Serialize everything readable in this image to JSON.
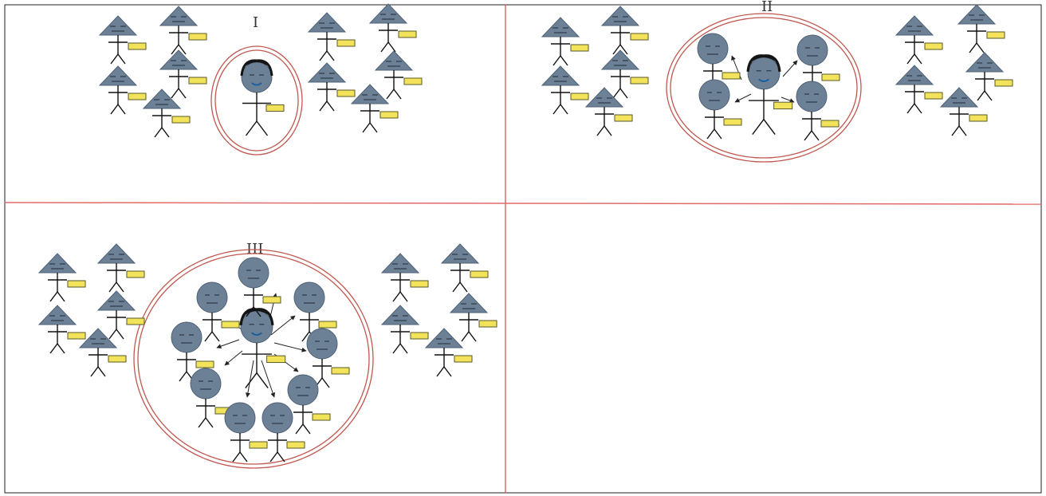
{
  "panels": [
    {
      "id": "panel-i",
      "label": "I"
    },
    {
      "id": "panel-ii",
      "label": "II"
    },
    {
      "id": "panel-iii",
      "label": "III"
    }
  ],
  "colors": {
    "divider": "#e06a6a",
    "ring": "#c0574f",
    "head": "#6d8196",
    "headStroke": "#4e6176",
    "label": "#f2e35a",
    "figure": "#111111"
  },
  "icons": {
    "hidden": "triangle-head-person-icon",
    "revealed": "round-head-person-icon",
    "center": "central-person-icon",
    "nameTag": "name-tag-icon"
  }
}
